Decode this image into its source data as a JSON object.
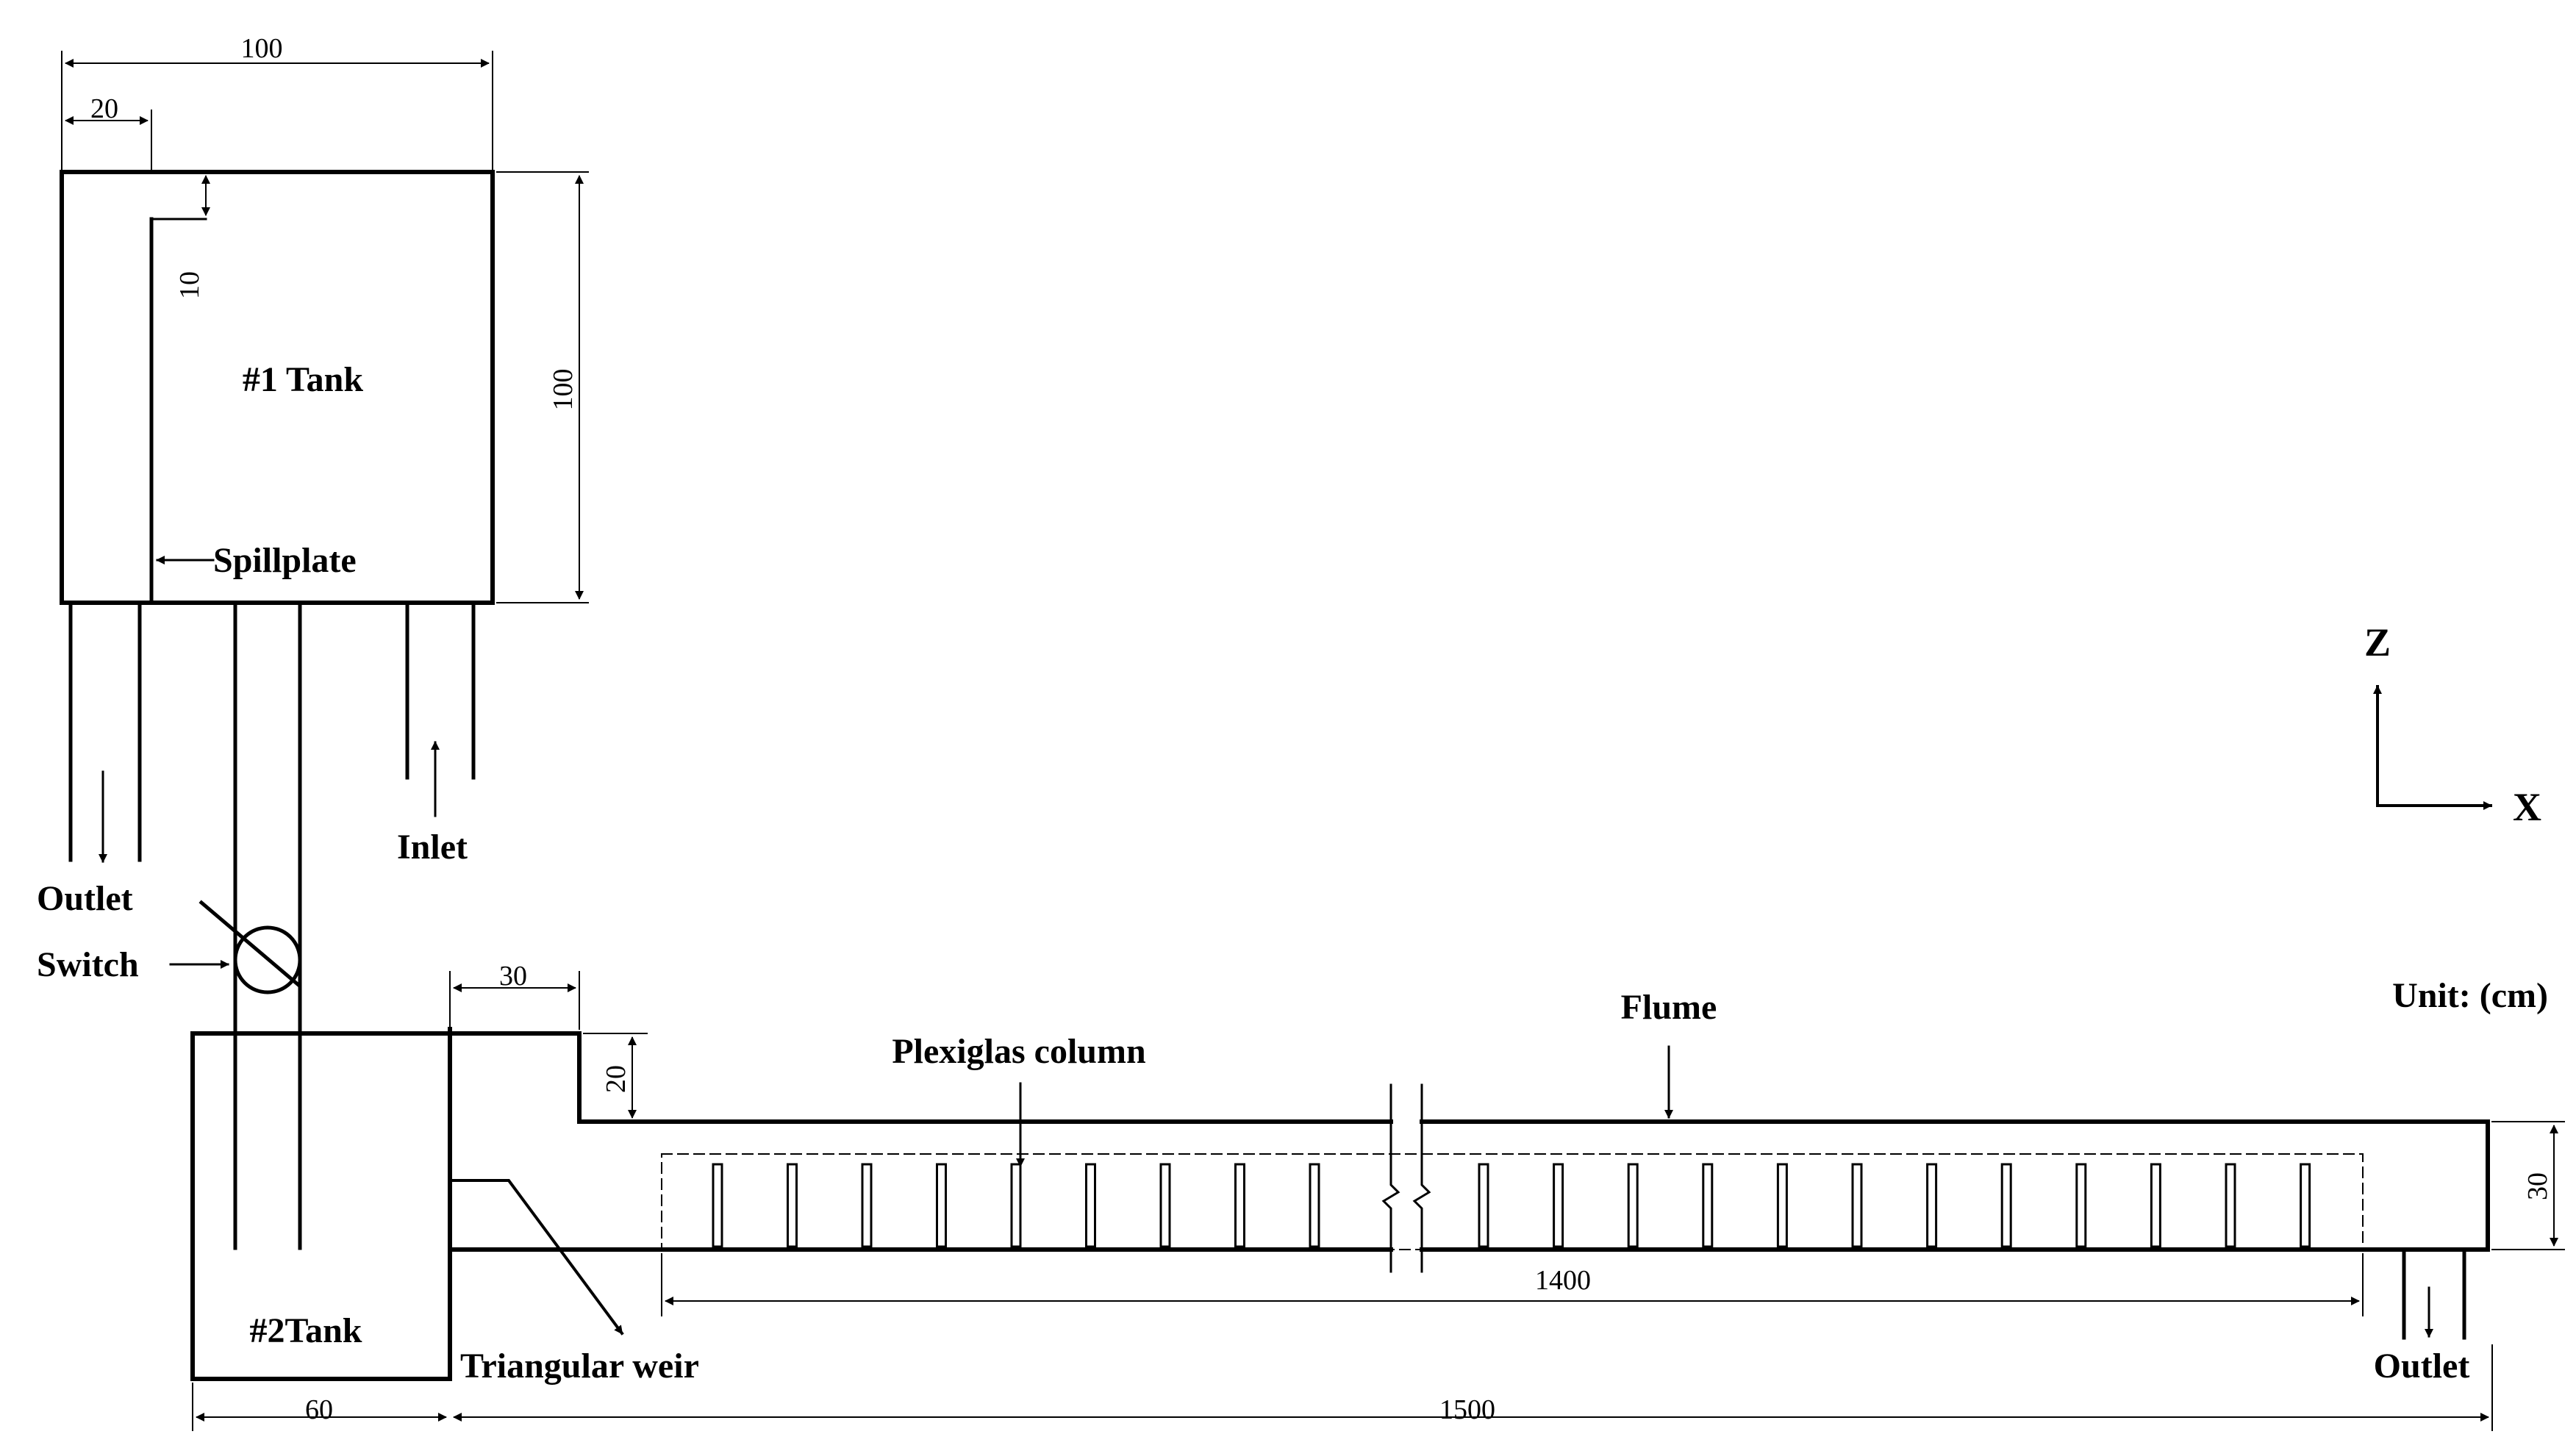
{
  "labels": {
    "tank1": "#1 Tank",
    "tank2": "#2Tank",
    "spillplate": "Spillplate",
    "outlet_left": "Outlet",
    "inlet": "Inlet",
    "switch": "Switch",
    "flume": "Flume",
    "plexiglas": "Plexiglas column",
    "triangular_weir": "Triangular weir",
    "outlet_right": "Outlet",
    "unit": "Unit: (cm)",
    "axis_z": "Z",
    "axis_x": "X"
  },
  "dimensions": {
    "tank1_width": "100",
    "spill_offset": "20",
    "spill_gap": "10",
    "tank1_height": "100",
    "weir_length": "30",
    "step_height": "20",
    "flume_height": "30",
    "column_span": "1400",
    "tank2_width": "60",
    "flume_length": "1500"
  },
  "columns": {
    "left_count": 9,
    "right_count": 12
  },
  "colors": {
    "stroke": "#000000",
    "background": "#ffffff"
  }
}
